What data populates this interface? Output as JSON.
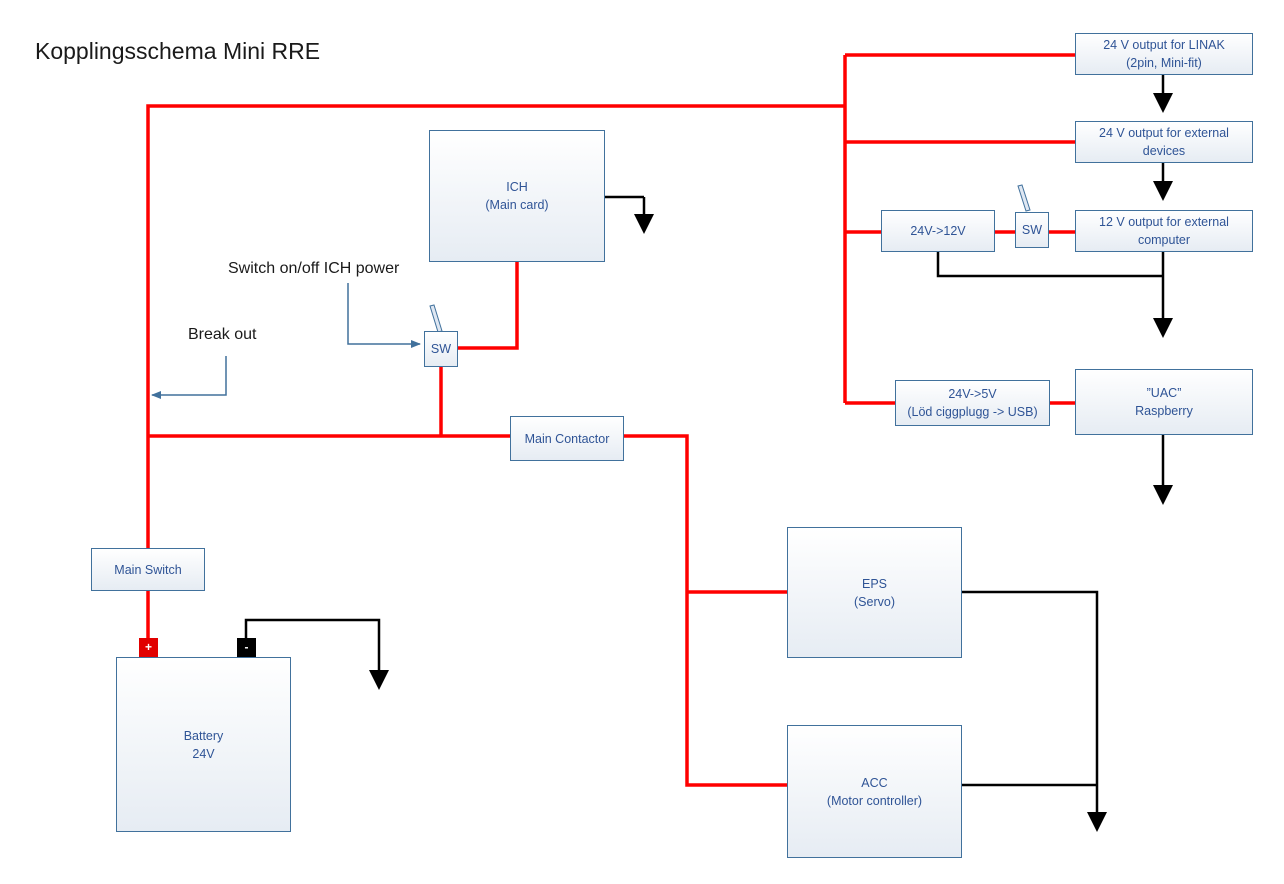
{
  "title": "Kopplingsschema Mini RRE",
  "colors": {
    "power": "#ff0000",
    "ground": "#000000",
    "box_border": "#41719c",
    "box_text": "#2f5496",
    "annotation_arrow": "#41719c"
  },
  "boxes": {
    "linak": {
      "line1": "24 V output for LINAK",
      "line2": "(2pin, Mini-fit)"
    },
    "ext24": {
      "line1": "24 V output for external",
      "line2": "devices"
    },
    "conv12": {
      "line1": "24V->12V"
    },
    "sw12": {
      "line1": "SW"
    },
    "out12": {
      "line1": "12 V output for external",
      "line2": "computer"
    },
    "ich": {
      "line1": "ICH",
      "line2": "(Main card)"
    },
    "sw_ich": {
      "line1": "SW"
    },
    "conv5": {
      "line1": "24V->5V",
      "line2": "(Löd ciggplugg -> USB)"
    },
    "uac": {
      "line1": "”UAC”",
      "line2": "Raspberry"
    },
    "main_contactor": {
      "line1": "Main Contactor"
    },
    "eps": {
      "line1": "EPS",
      "line2": "(Servo)"
    },
    "main_switch": {
      "line1": "Main Switch"
    },
    "battery": {
      "line1": "Battery",
      "line2": "24V"
    },
    "acc": {
      "line1": "ACC",
      "line2": "(Motor controller)"
    }
  },
  "notes": {
    "switch_ich": "Switch on/off  ICH power",
    "break_out": "Break out"
  },
  "terminals": {
    "positive": "+",
    "negative": "-"
  }
}
